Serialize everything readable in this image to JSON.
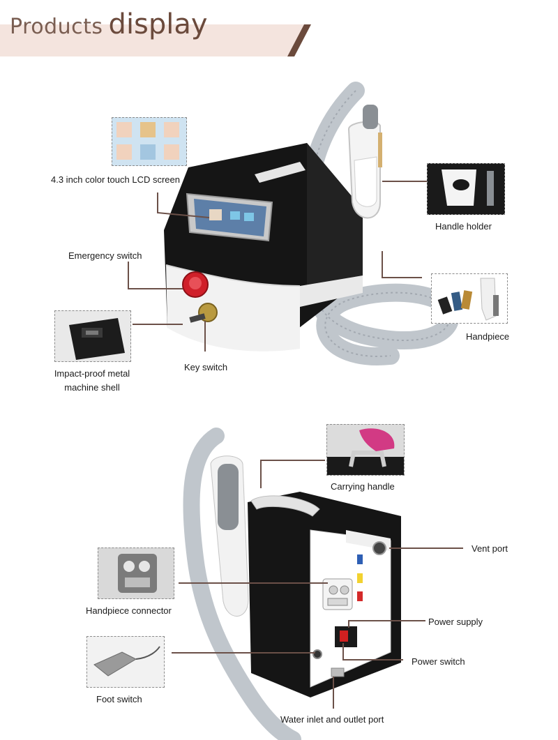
{
  "header": {
    "title_light": "Products",
    "title_bold": "display"
  },
  "labels": {
    "lcd_screen": "4.3 inch color touch LCD screen",
    "emergency_switch": "Emergency switch",
    "shell_line1": "Impact-proof metal",
    "shell_line2": "machine shell",
    "key_switch": "Key switch",
    "handle_holder": "Handle holder",
    "handpiece": "Handpiece",
    "carrying_handle": "Carrying handle",
    "vent_port": "Vent port",
    "handpiece_connector": "Handpiece connector",
    "power_supply": "Power supply",
    "power_switch": "Power switch",
    "foot_switch": "Foot switch",
    "water_port": "Water inlet and outlet port"
  },
  "colors": {
    "banner_bg": "#f4e4de",
    "banner_accent": "#6b4a3c",
    "leader_line": "#6b5048",
    "machine_body": "#151515",
    "machine_front": "#f2f2f2",
    "emergency_red": "#d0202a",
    "hose": "#b9c0c6"
  }
}
